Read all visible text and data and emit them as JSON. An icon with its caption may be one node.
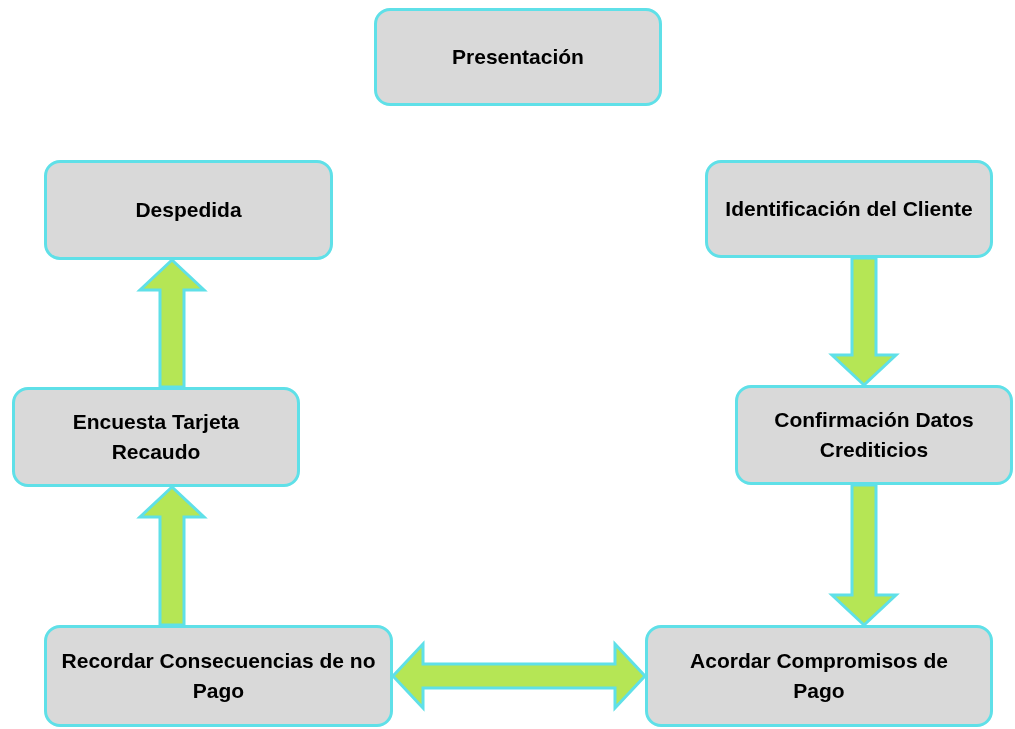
{
  "diagram": {
    "nodes": [
      {
        "text": [
          "Presentación"
        ]
      },
      {
        "text": [
          "Identificación del Cliente"
        ]
      },
      {
        "text": [
          "Confirmación Datos Crediticios"
        ]
      },
      {
        "text": [
          "Acordar Compromisos de Pago"
        ]
      },
      {
        "text": [
          "Recordar Consecuencias de no Pago"
        ]
      },
      {
        "text": [
          "Encuesta Tarjeta Recaudo"
        ]
      },
      {
        "text": [
          "Despedida"
        ]
      }
    ],
    "edges": [
      {
        "from": 1,
        "to": 2,
        "arrow": "to"
      },
      {
        "from": 2,
        "to": 3,
        "arrow": "to"
      },
      {
        "from": 4,
        "to": 3,
        "arrow": "both"
      },
      {
        "from": 4,
        "to": 5,
        "arrow": "to"
      },
      {
        "from": 5,
        "to": 6,
        "arrow": "to"
      }
    ]
  }
}
